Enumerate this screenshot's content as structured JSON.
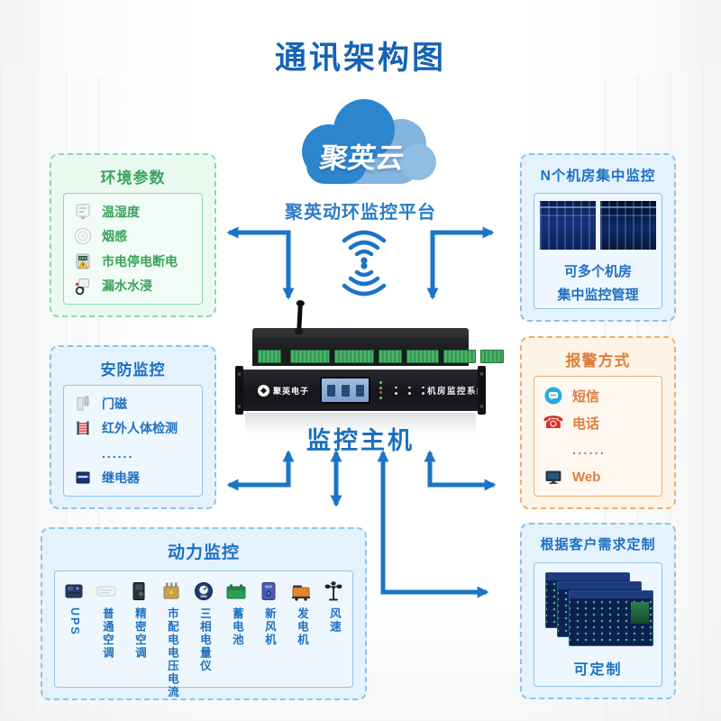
{
  "page": {
    "title": "通讯架构图"
  },
  "cloud": {
    "label": "聚英云",
    "platform_label": "聚英动环监控平台"
  },
  "host": {
    "label": "监控主机",
    "device_brand": "聚英电子",
    "device_model_text": "机房监控系统"
  },
  "boxes": {
    "env": {
      "title": "环境参数",
      "items": [
        {
          "label": "温湿度",
          "icon": "temp-humidity-sensor-icon"
        },
        {
          "label": "烟感",
          "icon": "smoke-detector-icon"
        },
        {
          "label": "市电停电断电",
          "icon": "mains-power-meter-icon"
        },
        {
          "label": "漏水水浸",
          "icon": "water-leak-sensor-icon"
        }
      ]
    },
    "security": {
      "title": "安防监控",
      "items": [
        {
          "label": "门磁",
          "icon": "door-magnet-icon"
        },
        {
          "label": "红外人体检测",
          "icon": "infrared-detector-icon"
        },
        {
          "label": "......",
          "icon": "ellipsis"
        },
        {
          "label": "继电器",
          "icon": "relay-icon"
        }
      ]
    },
    "power": {
      "title": "动力监控",
      "items": [
        {
          "label": "UPS",
          "icon": "ups-icon"
        },
        {
          "label": "普通空调",
          "icon": "air-conditioner-icon"
        },
        {
          "label": "精密空调",
          "icon": "precision-ac-icon"
        },
        {
          "label": "市配电电压电流",
          "icon": "power-distribution-icon"
        },
        {
          "label": "三相电量仪",
          "icon": "three-phase-meter-icon"
        },
        {
          "label": "蓄电池",
          "icon": "battery-icon"
        },
        {
          "label": "新风机",
          "icon": "fresh-air-fan-icon"
        },
        {
          "label": "发电机",
          "icon": "generator-icon"
        },
        {
          "label": "风速",
          "icon": "anemometer-icon"
        }
      ]
    },
    "rooms": {
      "title": "N个机房集中监控",
      "caption_line1": "可多个机房",
      "caption_line2": "集中监控管理"
    },
    "alarm": {
      "title": "报警方式",
      "items": [
        {
          "label": "短信",
          "icon": "sms-icon"
        },
        {
          "label": "电话",
          "icon": "phone-icon"
        },
        {
          "label": "......",
          "icon": "ellipsis"
        },
        {
          "label": "Web",
          "icon": "web-monitor-icon"
        }
      ]
    },
    "custom": {
      "title": "根据客户需求定制",
      "caption": "可定制"
    }
  },
  "colors": {
    "title_blue": "#1663b4",
    "arrow_blue": "#1b74c5",
    "green_text": "#3aa45c",
    "blue_text": "#1e70c2",
    "orange_text": "#dd7e3c",
    "cloud_dark": "#2d86cd",
    "cloud_light": "#83b5de"
  }
}
